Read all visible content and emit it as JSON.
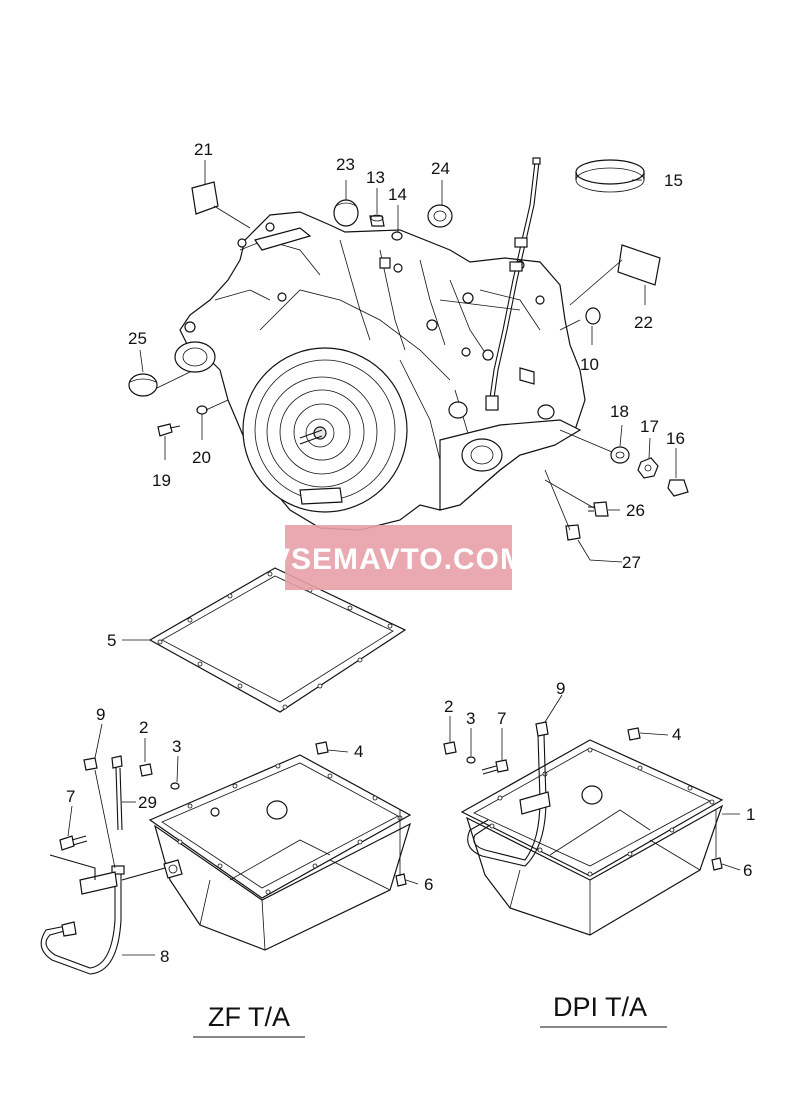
{
  "watermark": "VSEMAVTO.COM",
  "captions": {
    "left": "ZF T/A",
    "right": "DPI T/A"
  },
  "callouts": {
    "c1": "1",
    "c2a": "2",
    "c2b": "2",
    "c3a": "3",
    "c3b": "3",
    "c4a": "4",
    "c4b": "4",
    "c5": "5",
    "c6a": "6",
    "c6b": "6",
    "c7a": "7",
    "c7b": "7",
    "c8": "8",
    "c9a": "9",
    "c9b": "9",
    "c10": "10",
    "c13": "13",
    "c14": "14",
    "c15": "15",
    "c16": "16",
    "c17": "17",
    "c18": "18",
    "c19": "19",
    "c20": "20",
    "c21": "21",
    "c22": "22",
    "c23": "23",
    "c24": "24",
    "c25": "25",
    "c26": "26",
    "c27": "27",
    "c29": "29"
  },
  "colors": {
    "line": "#111111",
    "watermark_bg": "#e8a0a8",
    "watermark_text": "#ffffff"
  }
}
